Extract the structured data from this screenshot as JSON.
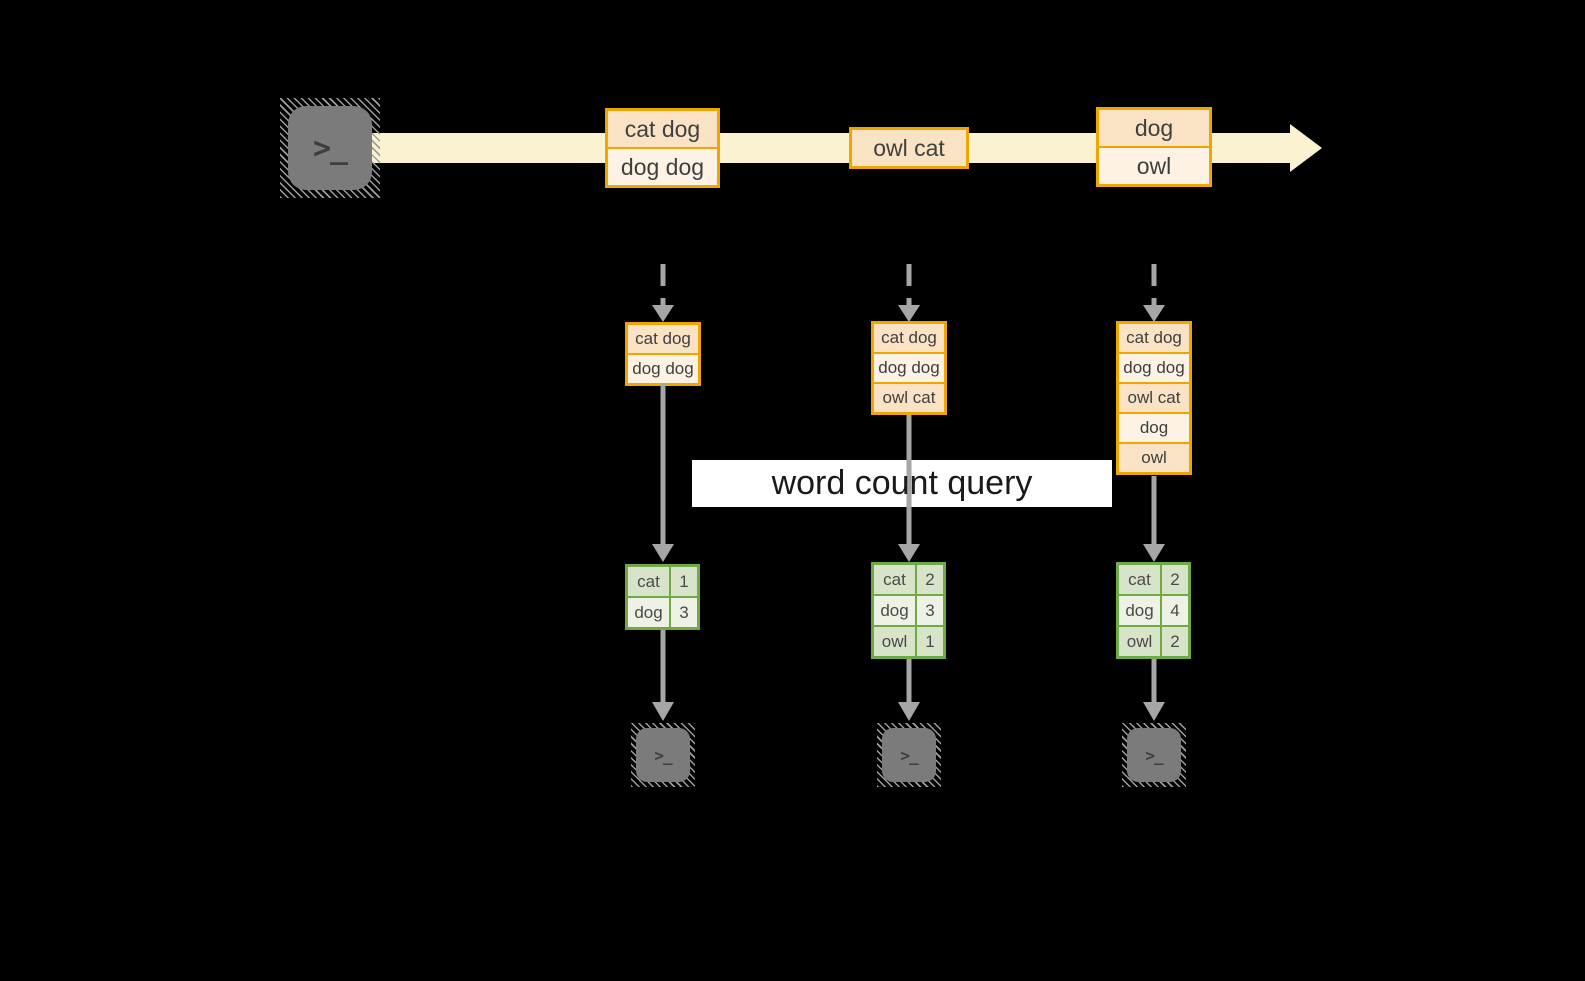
{
  "banner": {
    "label": "word count query"
  },
  "terminal": {
    "prompt": ">_"
  },
  "stream_batches": [
    {
      "rows": [
        "cat dog",
        "dog dog"
      ]
    },
    {
      "rows": [
        "owl cat"
      ]
    },
    {
      "rows": [
        "dog",
        "owl"
      ]
    }
  ],
  "micro_batches": [
    {
      "rows": [
        "cat dog",
        "dog dog"
      ]
    },
    {
      "rows": [
        "cat dog",
        "dog dog",
        "owl cat"
      ]
    },
    {
      "rows": [
        "cat dog",
        "dog dog",
        "owl cat",
        "dog",
        "owl"
      ]
    }
  ],
  "result_tables": [
    {
      "rows": [
        {
          "word": "cat",
          "count": "1"
        },
        {
          "word": "dog",
          "count": "3"
        }
      ]
    },
    {
      "rows": [
        {
          "word": "cat",
          "count": "2"
        },
        {
          "word": "dog",
          "count": "3"
        },
        {
          "word": "owl",
          "count": "1"
        }
      ]
    },
    {
      "rows": [
        {
          "word": "cat",
          "count": "2"
        },
        {
          "word": "dog",
          "count": "4"
        },
        {
          "word": "owl",
          "count": "2"
        }
      ]
    }
  ],
  "colors": {
    "background": "#000000",
    "stream_cream": "#FBF2D1",
    "accent_gold": "#EFA700",
    "peach_dark": "#FAE3C4",
    "peach_light": "#FDF2E3",
    "green_border": "#6FAA45",
    "green_dark": "#D8E4C9",
    "green_light": "#EDF2E5",
    "arrow_gray": "#A6A6A6",
    "terminal_gray": "#7B7B7B",
    "banner_bg": "#FFFFFF"
  }
}
